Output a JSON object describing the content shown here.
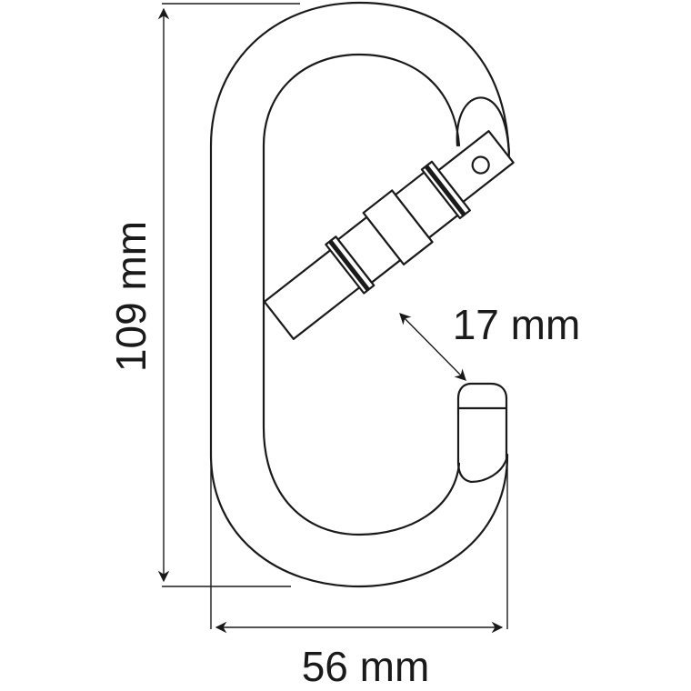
{
  "diagram": {
    "subject": "oval screw-lock carabiner",
    "style": "black line drawing on white",
    "colors": {
      "line": "#1a1a1a",
      "background": "#ffffff"
    },
    "dimensions": {
      "height": {
        "label": "109 mm",
        "value": 109,
        "unit": "mm",
        "orientation": "vertical"
      },
      "width": {
        "label": "56 mm",
        "value": 56,
        "unit": "mm",
        "orientation": "horizontal"
      },
      "gate_opening": {
        "label": "17 mm",
        "value": 17,
        "unit": "mm",
        "orientation": "diagonal"
      }
    },
    "parts": [
      "frame",
      "gate",
      "screw-lock-sleeve",
      "gate-hinge-rivet",
      "nose"
    ]
  }
}
